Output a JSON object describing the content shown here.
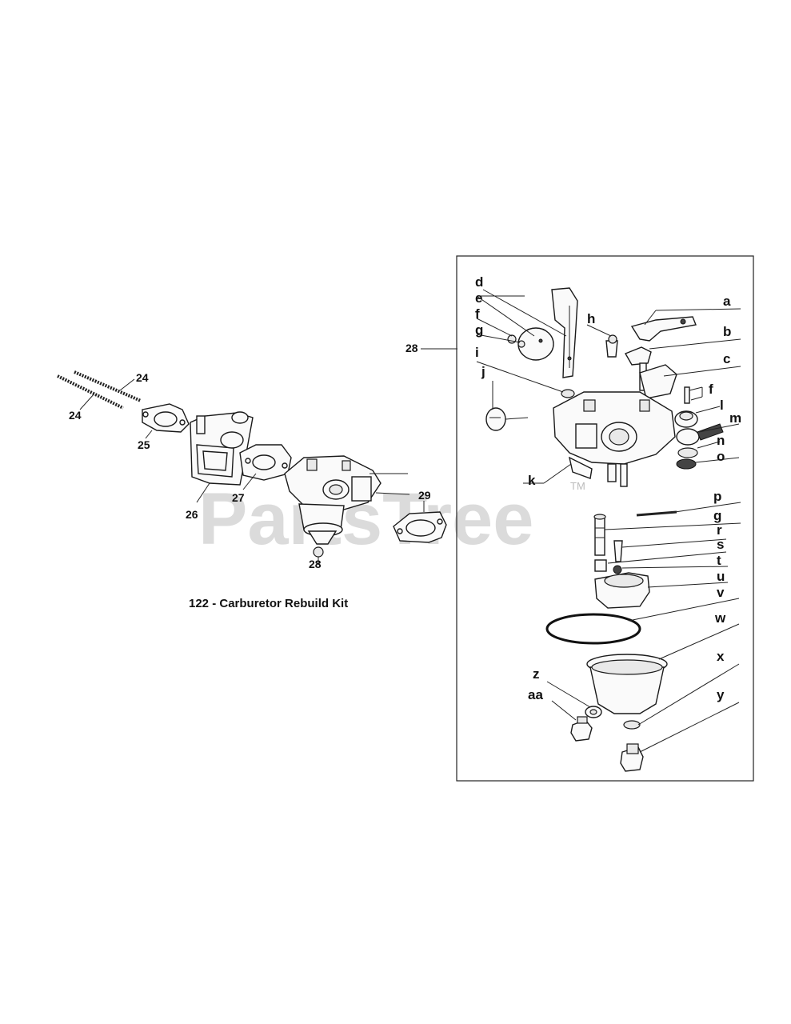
{
  "watermark": {
    "brand": "PartsTree",
    "tm": "TM"
  },
  "caption": "122 - Carburetor Rebuild Kit",
  "labels": {
    "rod_a": "24",
    "rod_b": "24",
    "gasket_25": "25",
    "insulator_26": "26",
    "gasket_27": "27",
    "carb_28_main": "28",
    "carb_28_kit": "28",
    "gasket_29": "29",
    "a": "a",
    "b": "b",
    "c": "c",
    "d": "d",
    "e": "e",
    "f1": "f",
    "f2": "f",
    "g1": "g",
    "g2": "g",
    "h": "h",
    "i": "i",
    "j": "j",
    "k": "k",
    "l": "l",
    "m": "m",
    "n": "n",
    "o": "o",
    "p": "p",
    "r": "r",
    "s": "s",
    "t": "t",
    "u": "u",
    "v": "v",
    "w": "w",
    "x": "x",
    "y": "y",
    "z": "z",
    "aa": "aa"
  }
}
